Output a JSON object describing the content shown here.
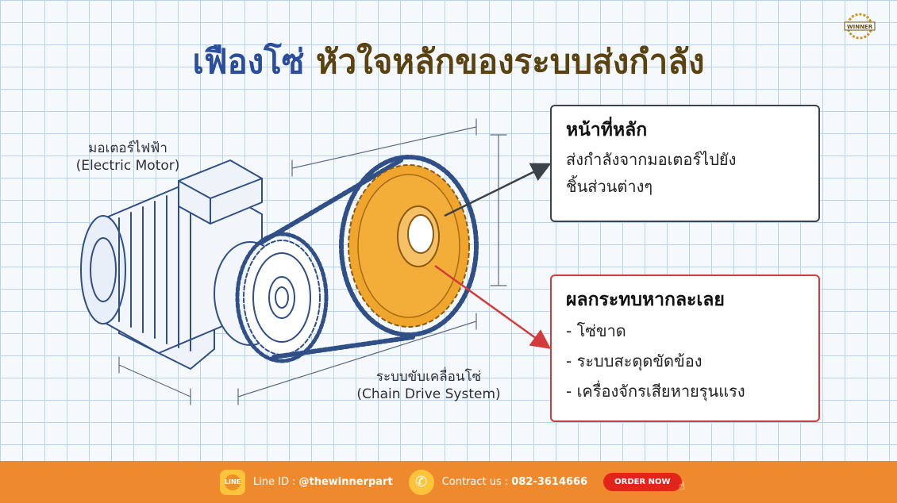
{
  "title": {
    "part1": "เฟืองโซ่",
    "part2": "หัวใจหลักของระบบส่งกำลัง"
  },
  "logo": {
    "text": "WINNER"
  },
  "diagram": {
    "motor_label_th": "มอเตอร์ไฟฟ้า",
    "motor_label_en": "(Electric Motor)",
    "chain_label_th": "ระบบขับเคลื่อนโซ่",
    "chain_label_en": "(Chain Drive System)"
  },
  "main_box": {
    "heading": "หน้าที่หลัก",
    "line1": "ส่งกำลังจากมอเตอร์ไปยัง",
    "line2": "ชิ้นส่วนต่างๆ"
  },
  "failure_box": {
    "heading": "ผลกระทบหากละเลย",
    "items": [
      "- โซ่ขาด",
      "- ระบบสะดุดขัดข้อง",
      "- เครื่องจักรเสียหายรุนแรง"
    ]
  },
  "footer": {
    "line_icon": "LINE",
    "line_label": "Line ID :",
    "line_value": "@thewinnerpart",
    "contact_label": "Contract us :",
    "contact_value": "082-3614666",
    "order_button": "ORDER NOW"
  },
  "colors": {
    "accent_orange": "#ee8a2d",
    "title_blue": "#2a4d9c",
    "sprocket_orange": "#f0a52c",
    "alert_red": "#d43a3a"
  }
}
